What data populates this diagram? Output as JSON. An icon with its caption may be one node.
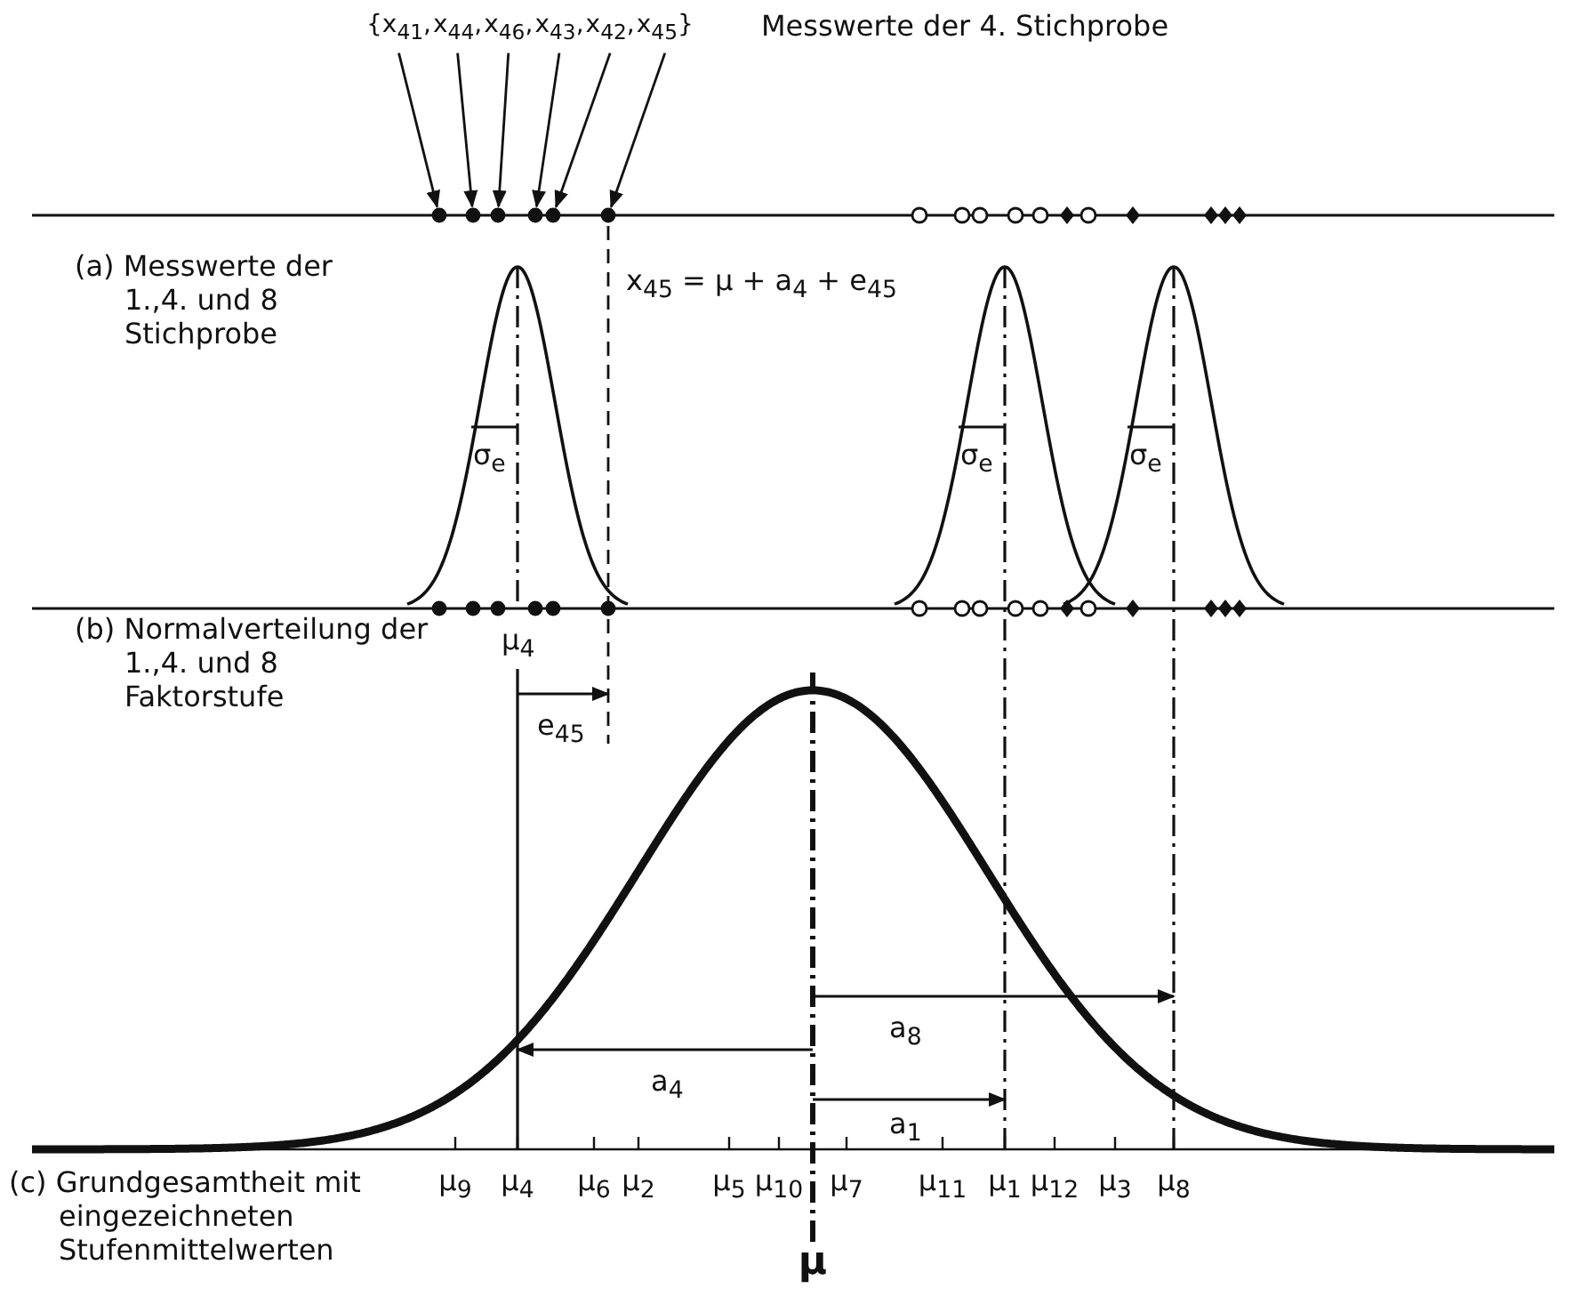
{
  "diagram": {
    "nodes": [
      {
        "text": [
          "{x$_{41}$,"
        ]
      },
      {
        "text": [
          "x$_{44}$,"
        ]
      },
      {
        "text": [
          "x$_{46}$,"
        ]
      },
      {
        "text": [
          "x$_{43}$,"
        ]
      },
      {
        "text": [
          "x$_{42}$,"
        ]
      },
      {
        "text": [
          "x$_{45}$}"
        ]
      },
      {
        "text": [],
        "shape": "circle"
      },
      {
        "text": [],
        "shape": "circle"
      },
      {
        "text": [],
        "shape": "circle"
      },
      {
        "text": [],
        "shape": "circle"
      },
      {
        "text": [],
        "shape": "circle"
      },
      {
        "text": [],
        "shape": "circle"
      }
    ],
    "edges": [
      {
        "from": 0,
        "to": 6,
        "arrow": "to"
      },
      {
        "from": 1,
        "to": 7,
        "arrow": "to"
      },
      {
        "from": 2,
        "to": 8,
        "arrow": "to"
      },
      {
        "from": 3,
        "to": 9,
        "arrow": "to"
      },
      {
        "from": 4,
        "to": 10,
        "arrow": "to"
      },
      {
        "from": 5,
        "to": 11,
        "arrow": "to"
      }
    ],
    "labels": [
      "Messwerte der 4. Stichprobe",
      "(a) Messwerte der 1.,4. und 8 Stichprobe",
      "x$_{45}$ = μ + a$_{4}$ + e$_{45}$",
      "σ$_{e}$",
      "σ$_{e}$",
      "σ$_{e}$",
      "(b) Normalverteilung der 1.,4. und 8 Faktorstufe",
      "μ$_{4}$",
      "e$_{45}$",
      "a$_{8}$",
      "a$_{4}$",
      "a$_{1}$",
      "(c) Grundgesamtheit mit eingezeichneten Stufenmittelwerten",
      "μ$_{9}$",
      "μ$_{4}$",
      "μ$_{6}$",
      "μ$_{2}$",
      "μ$_{5}$",
      "μ$_{10}$",
      "μ$_{7}$",
      "μ$_{11}$",
      "μ$_{1}$",
      "μ$_{12}$",
      "μ$_{3}$",
      "μ$_{8}$",
      "μ"
    ]
  }
}
